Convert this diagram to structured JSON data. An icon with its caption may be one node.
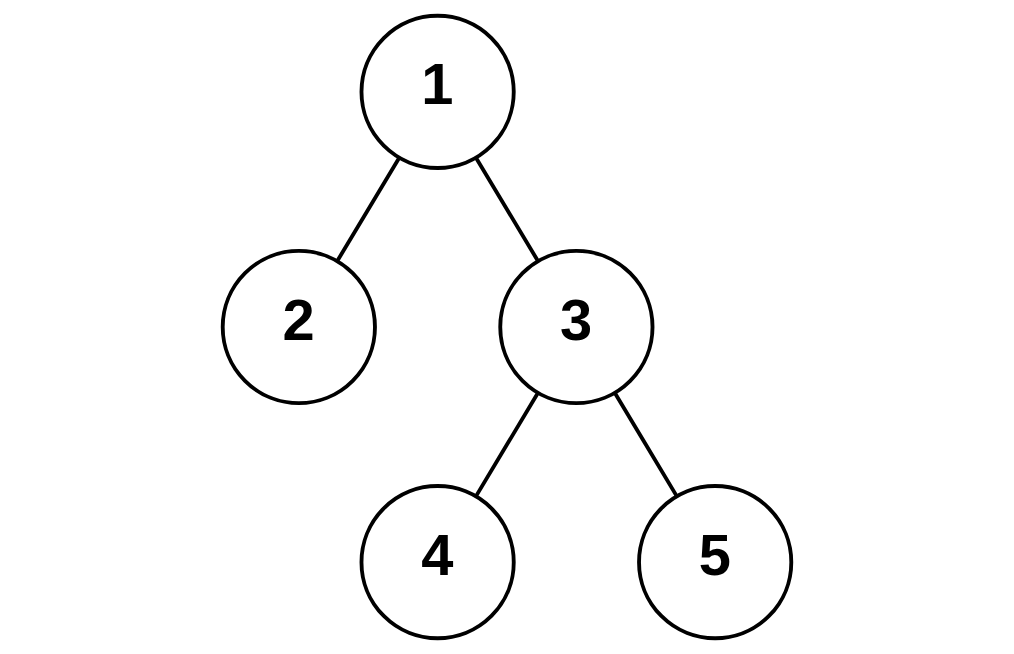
{
  "diagram": {
    "nodes": [
      {
        "text": [
          "1"
        ]
      },
      {
        "text": [
          "2"
        ]
      },
      {
        "text": [
          "3"
        ]
      },
      {
        "text": [
          "4"
        ]
      },
      {
        "text": [
          "5"
        ]
      }
    ],
    "edges": [
      {
        "from": 0,
        "to": 1,
        "arrow": "none"
      },
      {
        "from": 0,
        "to": 2,
        "arrow": "none"
      },
      {
        "from": 2,
        "to": 3,
        "arrow": "none"
      },
      {
        "from": 2,
        "to": 4,
        "arrow": "none"
      }
    ]
  }
}
